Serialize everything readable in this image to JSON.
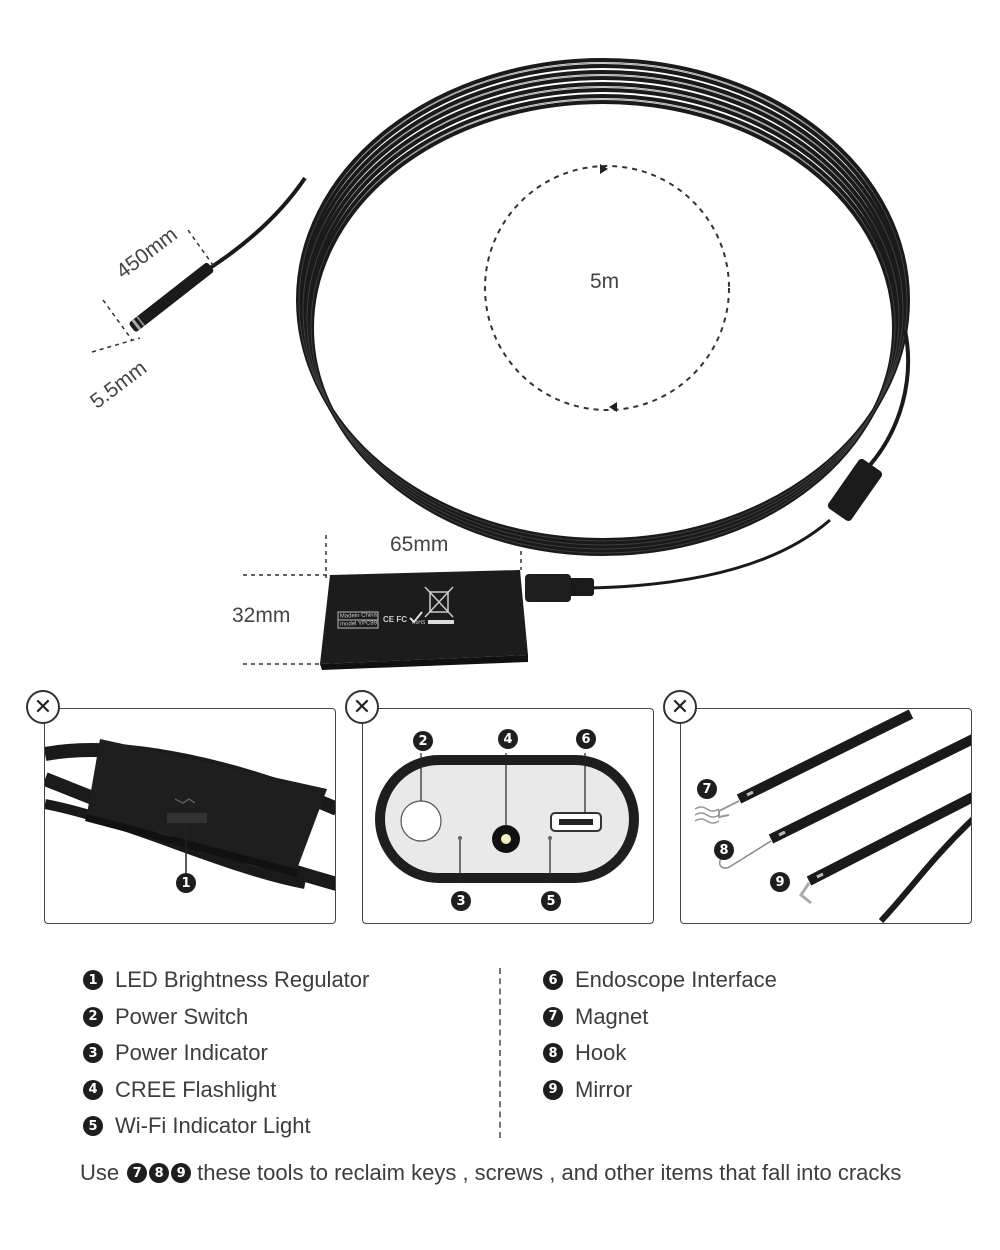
{
  "dimensions": {
    "probe_length": "450mm",
    "probe_diameter": "5.5mm",
    "cable_length": "5m",
    "box_width": "65mm",
    "box_height": "32mm"
  },
  "box_print": {
    "brand_line1": "Madein China",
    "brand_line2": "model YPC99",
    "cert": "CE FC",
    "rohs": "RoHS"
  },
  "panels": [
    {
      "close_icon": "close-icon",
      "callouts": [
        "1"
      ]
    },
    {
      "close_icon": "close-icon",
      "callouts": [
        "2",
        "4",
        "6",
        "3",
        "5"
      ]
    },
    {
      "close_icon": "close-icon",
      "callouts": [
        "7",
        "8",
        "9"
      ]
    }
  ],
  "legend": {
    "left": [
      {
        "num": "1",
        "label": "LED Brightness Regulator"
      },
      {
        "num": "2",
        "label": "Power Switch"
      },
      {
        "num": "3",
        "label": "Power Indicator"
      },
      {
        "num": "4",
        "label": "CREE Flashlight"
      },
      {
        "num": "5",
        "label": "Wi-Fi Indicator Light"
      }
    ],
    "right": [
      {
        "num": "6",
        "label": "Endoscope Interface"
      },
      {
        "num": "7",
        "label": "Magnet"
      },
      {
        "num": "8",
        "label": "Hook"
      },
      {
        "num": "9",
        "label": "Mirror"
      }
    ]
  },
  "footer": {
    "prefix": "Use",
    "nums": [
      "7",
      "8",
      "9"
    ],
    "text": "these tools to reclaim keys , screws , and other items that fall into cracks"
  },
  "colors": {
    "cable": "#1a1a1a",
    "badge": "#1e1e1e",
    "panel_border": "#444444"
  }
}
